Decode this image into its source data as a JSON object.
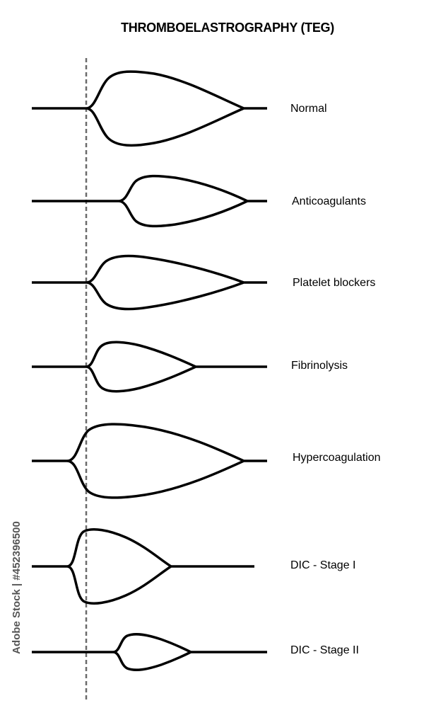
{
  "title": "THROMBOELASTROGRAPHY (TEG)",
  "watermark_credit": "Adobe Stock | #452396500",
  "colors": {
    "trace": "#000000",
    "reference_line": "#6b6b6b",
    "background": "#ffffff"
  },
  "tracings": [
    {
      "id": "normal",
      "label": "Normal"
    },
    {
      "id": "anticoagulants",
      "label": "Anticoagulants"
    },
    {
      "id": "platelet-blockers",
      "label": "Platelet blockers"
    },
    {
      "id": "fibrinolysis",
      "label": "Fibrinolysis"
    },
    {
      "id": "hypercoagulation",
      "label": "Hypercoagulation"
    },
    {
      "id": "dic-stage-1",
      "label": "DIC - Stage I"
    },
    {
      "id": "dic-stage-2",
      "label": "DIC - Stage II"
    }
  ]
}
